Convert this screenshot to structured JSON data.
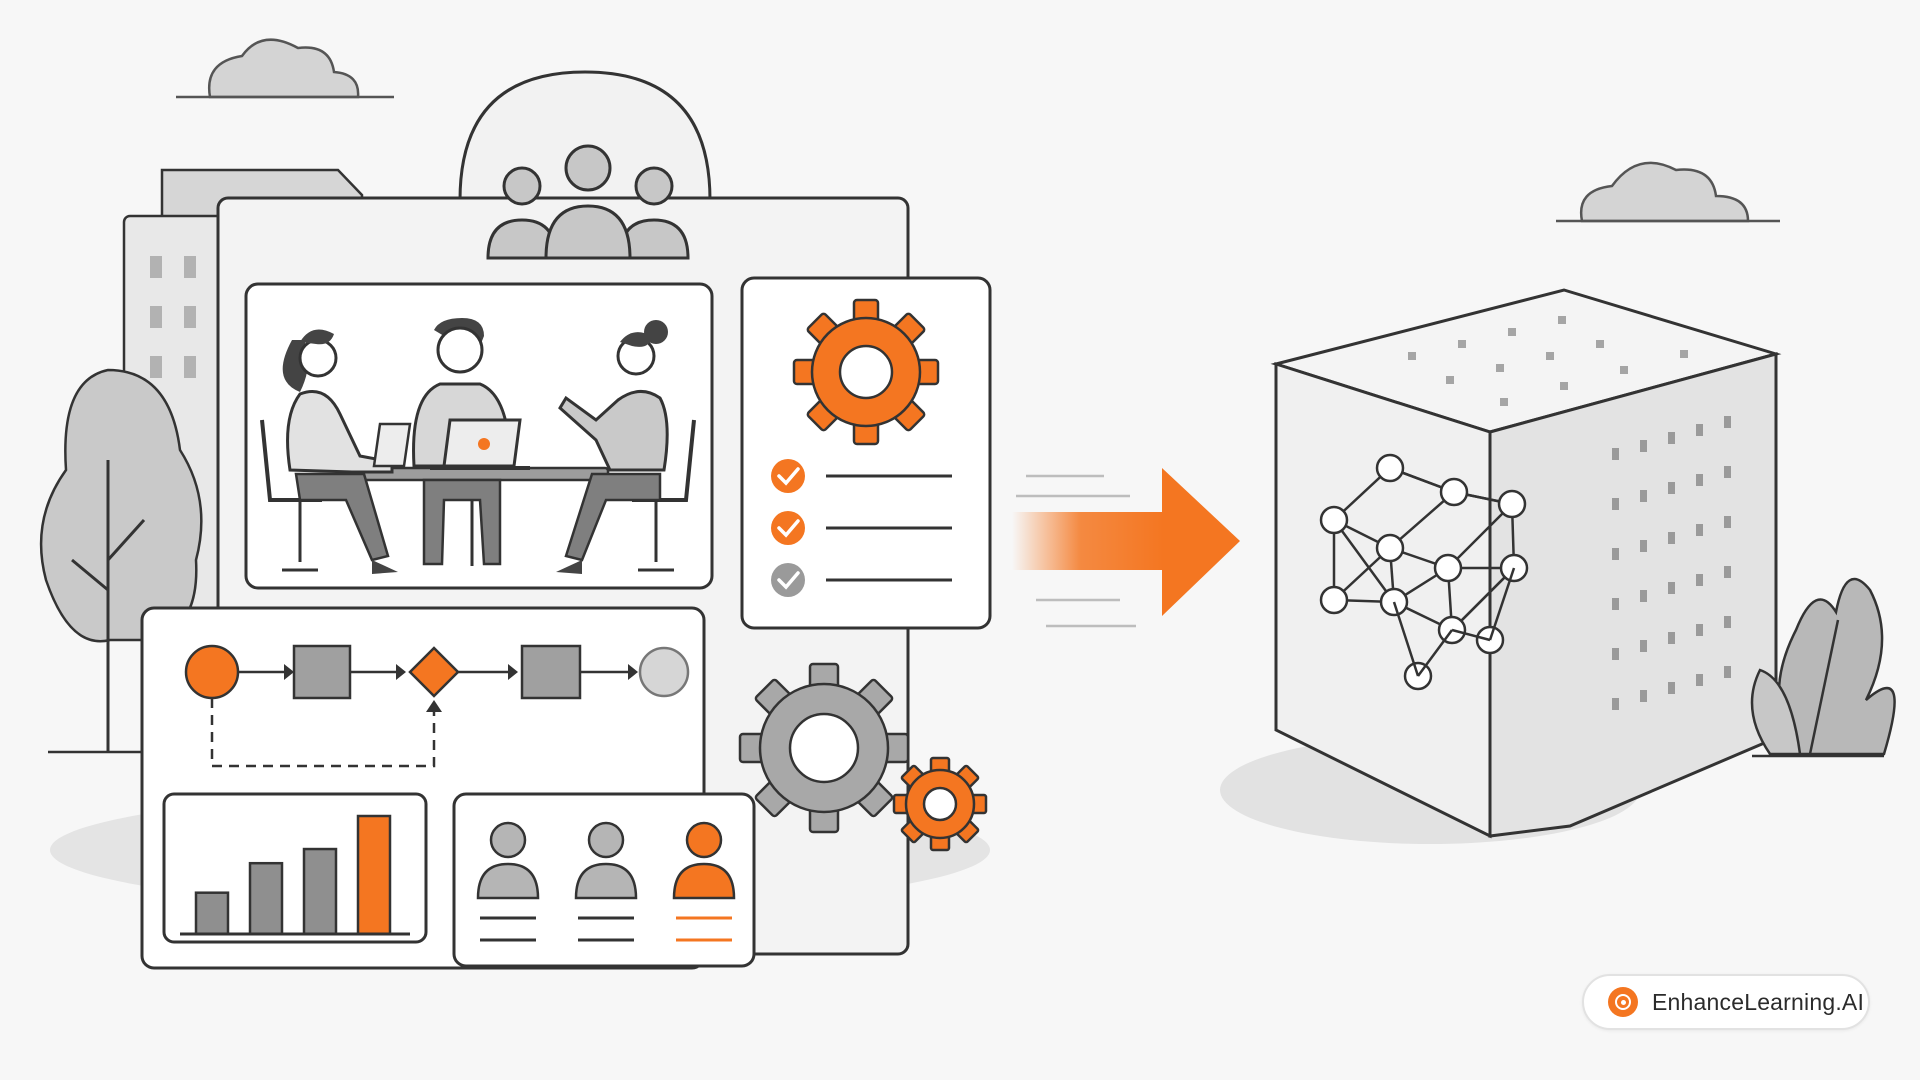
{
  "brand": {
    "name": "EnhanceLearning.AI",
    "icon": "target-logo-icon",
    "accent_color": "#f47621"
  },
  "illustration": {
    "left_panel": "organization-workspace",
    "right_object": "ai-knowledge-cube",
    "connector": "arrow-right-icon",
    "accent_color": "#f47621",
    "neutral_color": "#8f8f8f",
    "outline_color": "#2b2b2b",
    "checklist_states": [
      "checked",
      "checked",
      "pending"
    ],
    "bar_chart_relative_values": [
      0.35,
      0.6,
      0.72,
      1.0
    ],
    "highlighted_person_index": 2
  }
}
